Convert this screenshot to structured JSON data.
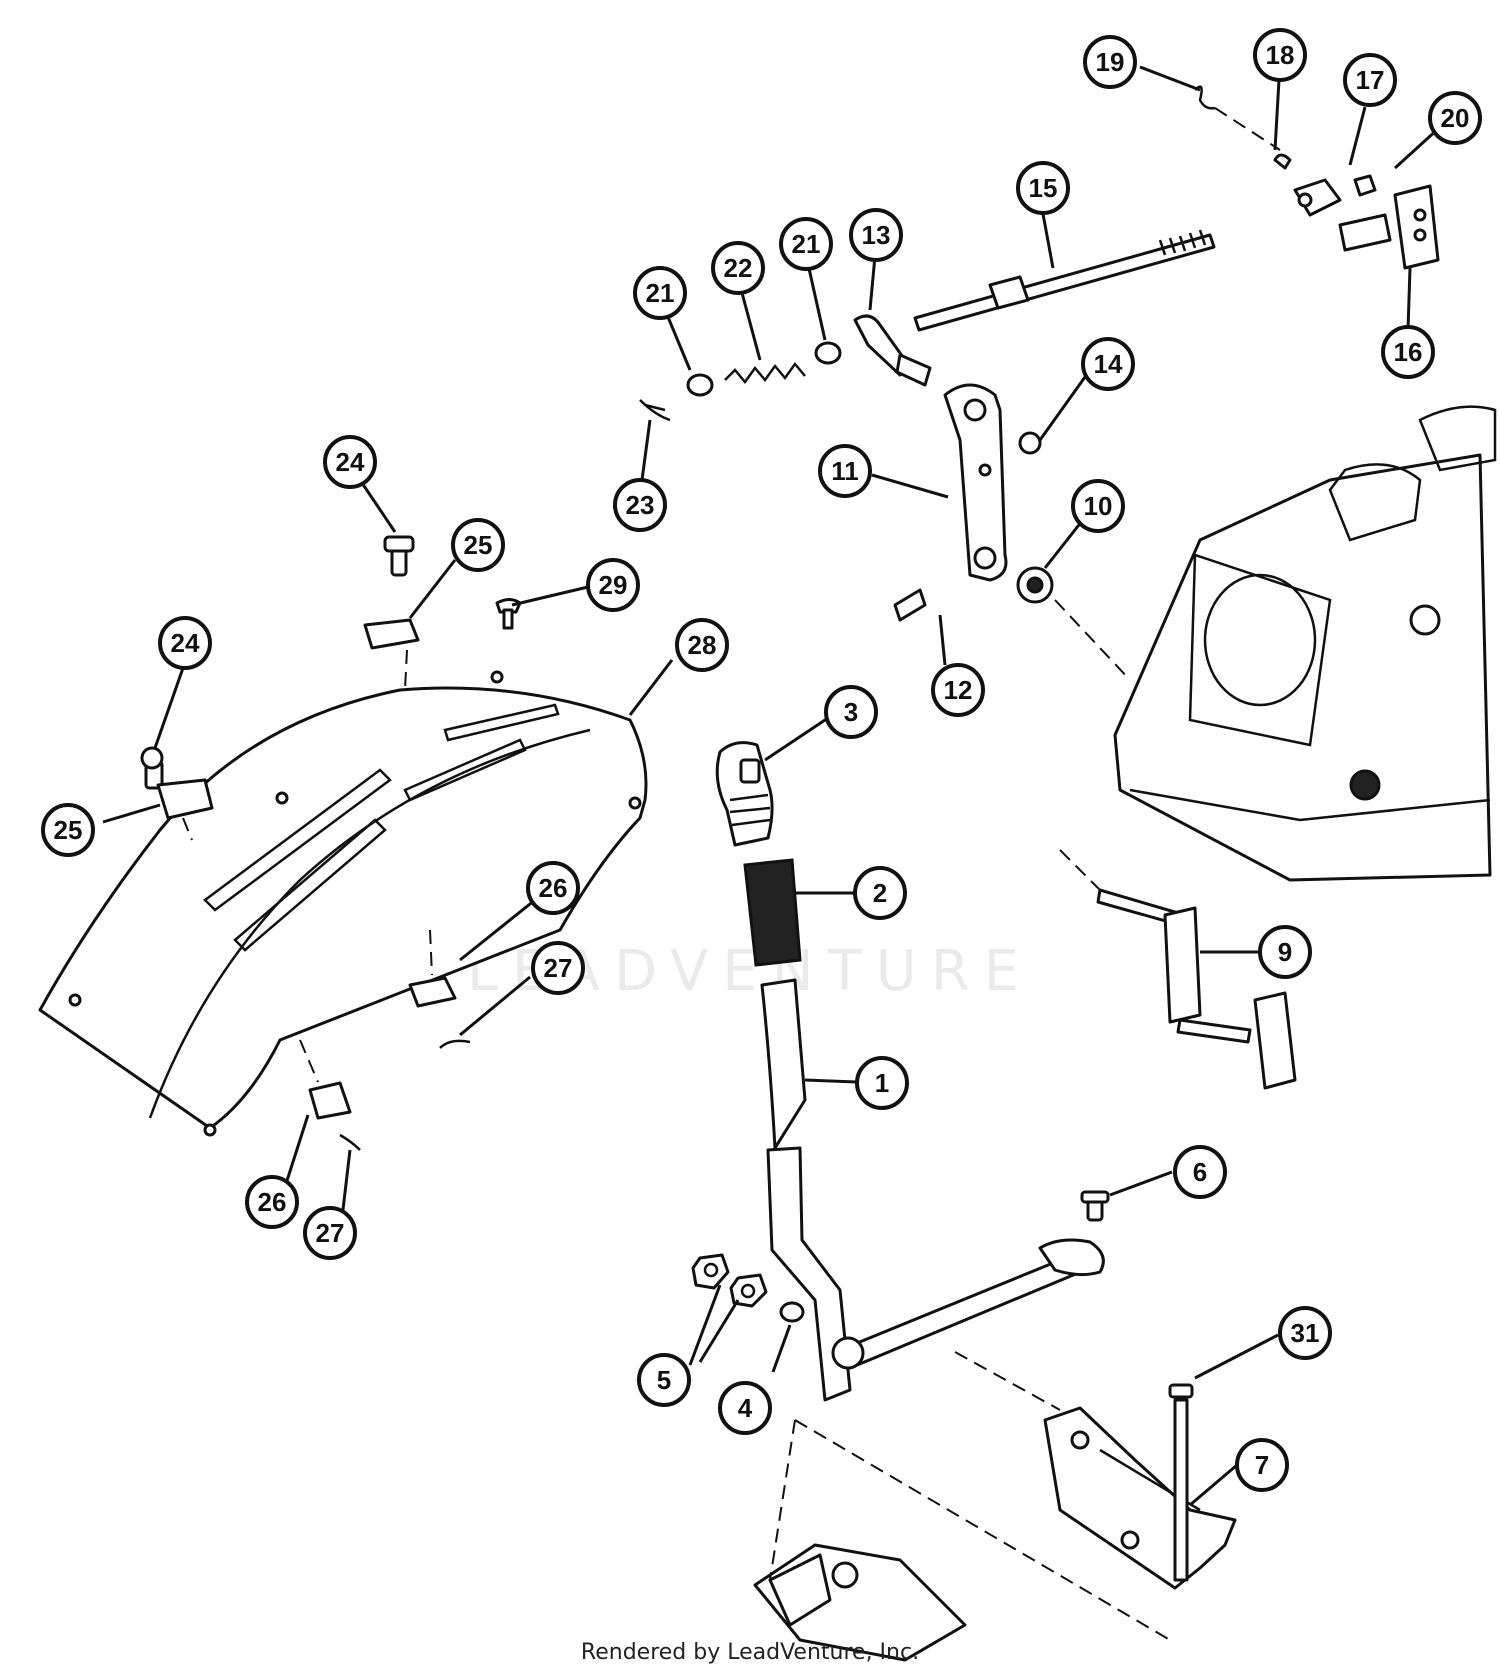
{
  "callouts": [
    {
      "id": "c1",
      "label": "1"
    },
    {
      "id": "c2",
      "label": "2"
    },
    {
      "id": "c3",
      "label": "3"
    },
    {
      "id": "c4",
      "label": "4"
    },
    {
      "id": "c5",
      "label": "5"
    },
    {
      "id": "c6",
      "label": "6"
    },
    {
      "id": "c7",
      "label": "7"
    },
    {
      "id": "c9",
      "label": "9"
    },
    {
      "id": "c10",
      "label": "10"
    },
    {
      "id": "c11",
      "label": "11"
    },
    {
      "id": "c12",
      "label": "12"
    },
    {
      "id": "c13",
      "label": "13"
    },
    {
      "id": "c14",
      "label": "14"
    },
    {
      "id": "c15",
      "label": "15"
    },
    {
      "id": "c16",
      "label": "16"
    },
    {
      "id": "c17",
      "label": "17"
    },
    {
      "id": "c18",
      "label": "18"
    },
    {
      "id": "c19",
      "label": "19"
    },
    {
      "id": "c20",
      "label": "20"
    },
    {
      "id": "c21a",
      "label": "21"
    },
    {
      "id": "c21b",
      "label": "21"
    },
    {
      "id": "c22",
      "label": "22"
    },
    {
      "id": "c23",
      "label": "23"
    },
    {
      "id": "c24a",
      "label": "24"
    },
    {
      "id": "c24b",
      "label": "24"
    },
    {
      "id": "c25a",
      "label": "25"
    },
    {
      "id": "c25b",
      "label": "25"
    },
    {
      "id": "c26a",
      "label": "26"
    },
    {
      "id": "c26b",
      "label": "26"
    },
    {
      "id": "c27a",
      "label": "27"
    },
    {
      "id": "c27b",
      "label": "27"
    },
    {
      "id": "c28",
      "label": "28"
    },
    {
      "id": "c29",
      "label": "29"
    },
    {
      "id": "c31",
      "label": "31"
    }
  ],
  "watermark": "LEADVENTURE",
  "footer": "Rendered by LeadVenture, Inc."
}
